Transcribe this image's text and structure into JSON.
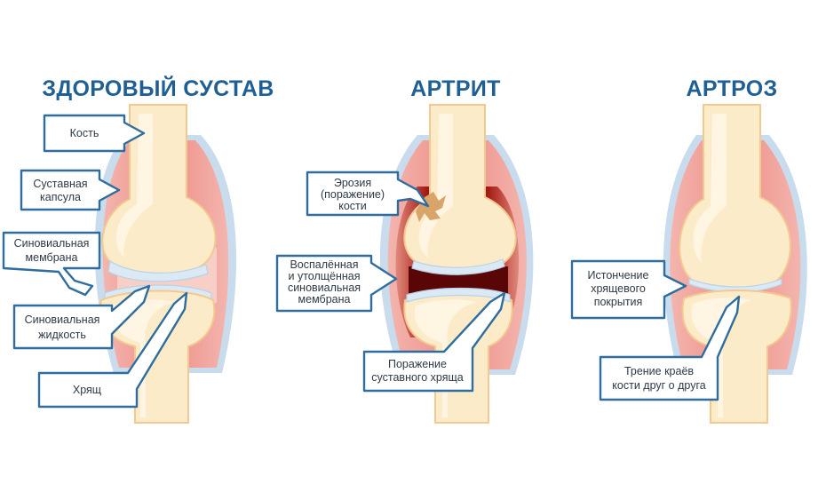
{
  "panels": [
    {
      "title": "ЗДОРОВЫЙ СУСТАВ",
      "labels": {
        "bone": "Кость",
        "capsule": [
          "Суставная",
          "капсула"
        ],
        "membrane": [
          "Синовиальная",
          "мембрана"
        ],
        "fluid": [
          "Синовиальная",
          "жидкость"
        ],
        "cartilage": "Хрящ"
      }
    },
    {
      "title": "АРТРИТ",
      "labels": {
        "erosion": [
          "Эрозия",
          "(поражение)",
          "кости"
        ],
        "inflamed": [
          "Воспалённая",
          "и утолщённая",
          "синовиальная",
          "мембрана"
        ],
        "damage": [
          "Поражение",
          "суставного хряща"
        ]
      }
    },
    {
      "title": "АРТРОЗ",
      "labels": {
        "thinning": [
          "Истончение",
          "хрящевого",
          "покрытия"
        ],
        "friction": [
          "Трение краёв",
          "кости друг о друга"
        ]
      }
    }
  ],
  "colors": {
    "title": "#1f5f93",
    "label_border": "#2f6d9e",
    "bone": "#fcebc8",
    "capsule": "#f0a29c",
    "inflamed_synovium": "#8c1111",
    "cartilage": "#dbe9f4"
  }
}
